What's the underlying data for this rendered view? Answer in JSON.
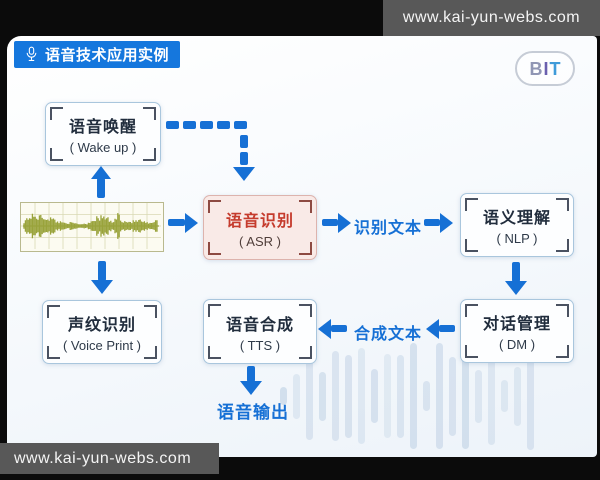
{
  "watermarks": {
    "top_right": "www.kai-yun-webs.com",
    "bottom_left": "www.kai-yun-webs.com"
  },
  "header": {
    "badge_label": "语音技术应用实例",
    "logo_letters": [
      "B",
      "I",
      "T"
    ]
  },
  "nodes": {
    "wake_up": {
      "title": "语音唤醒",
      "subtitle": "( Wake up )"
    },
    "asr": {
      "title": "语音识别",
      "subtitle": "( ASR )"
    },
    "nlp": {
      "title": "语义理解",
      "subtitle": "( NLP )"
    },
    "voice_print": {
      "title": "声纹识别",
      "subtitle": "( Voice Print )"
    },
    "tts": {
      "title": "语音合成",
      "subtitle": "( TTS )"
    },
    "dm": {
      "title": "对话管理",
      "subtitle": "( DM )"
    }
  },
  "flow_labels": {
    "recognized_text": "识别文本",
    "synthesized_text": "合成文本",
    "voice_output": "语音输出"
  },
  "colors": {
    "arrow_blue": "#1670d5",
    "badge_blue": "#1577dd",
    "asr_red": "#c53b2d",
    "node_border": "#a9c6dd",
    "asr_border": "#ddb3ad",
    "waveform_olive": "#99a33b",
    "watermark_gray": "#585858"
  }
}
